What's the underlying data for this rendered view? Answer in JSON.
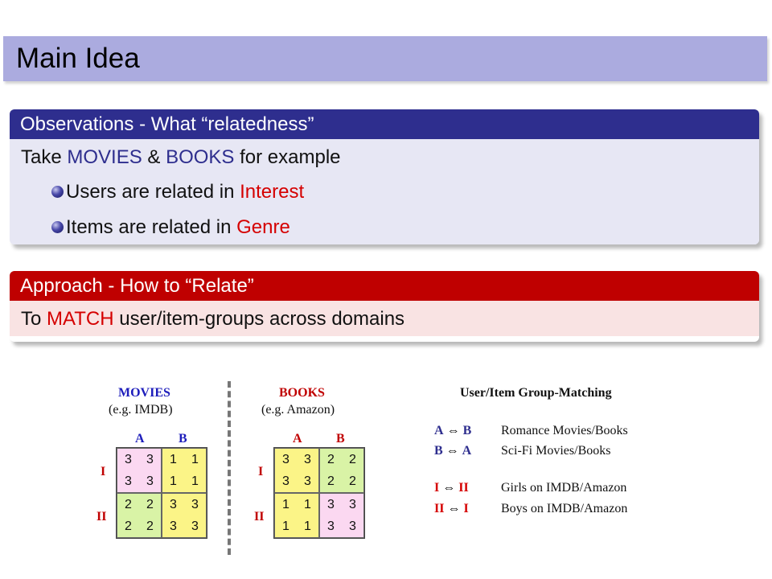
{
  "title": "Main Idea",
  "observations": {
    "header": "Observations - What “relatedness”",
    "line_prefix": "Take ",
    "movies": "MOVIES",
    "amp": " & ",
    "books": "BOOKS",
    "line_suffix": " for example",
    "bullets": [
      {
        "text": "Users are related in ",
        "highlight": "Interest"
      },
      {
        "text": "Items are related in ",
        "highlight": "Genre"
      }
    ]
  },
  "approach": {
    "header": "Approach - How to “Relate”",
    "prefix": "To ",
    "highlight": "MATCH",
    "suffix": " user/item-groups across domains"
  },
  "figure": {
    "movies": {
      "title": "MOVIES",
      "subtitle": "(e.g. IMDB)",
      "col_labels": [
        "A",
        "B"
      ],
      "row_labels": [
        "I",
        "II"
      ],
      "cells": [
        [
          "3",
          "3",
          "3",
          "3"
        ],
        [
          "1",
          "1",
          "1",
          "1"
        ],
        [
          "2",
          "2",
          "2",
          "2"
        ],
        [
          "3",
          "3",
          "3",
          "3"
        ]
      ]
    },
    "books": {
      "title": "BOOKS",
      "subtitle": "(e.g. Amazon)",
      "col_labels": [
        "A",
        "B"
      ],
      "row_labels": [
        "I",
        "II"
      ],
      "cells": [
        [
          "3",
          "3",
          "3",
          "3"
        ],
        [
          "2",
          "2",
          "2",
          "2"
        ],
        [
          "1",
          "1",
          "1",
          "1"
        ],
        [
          "3",
          "3",
          "3",
          "3"
        ]
      ]
    },
    "matching": {
      "title": "User/Item Group-Matching",
      "arrow": "⇔",
      "rows": [
        {
          "left": "A",
          "right": "B",
          "desc": "Romance Movies/Books"
        },
        {
          "left": "B",
          "right": "A",
          "desc": "Sci-Fi Movies/Books"
        },
        {
          "left": "I",
          "right": "II",
          "desc": "Girls on IMDB/Amazon"
        },
        {
          "left": "II",
          "right": "I",
          "desc": "Boys on IMDB/Amazon"
        }
      ]
    },
    "colors": {
      "blue_label": "#1d1dbb",
      "red_label": "#c00000",
      "pink_cell": "#fbd8f1",
      "yellow_cell": "#fbf487",
      "green_cell": "#d9f3a6"
    }
  }
}
